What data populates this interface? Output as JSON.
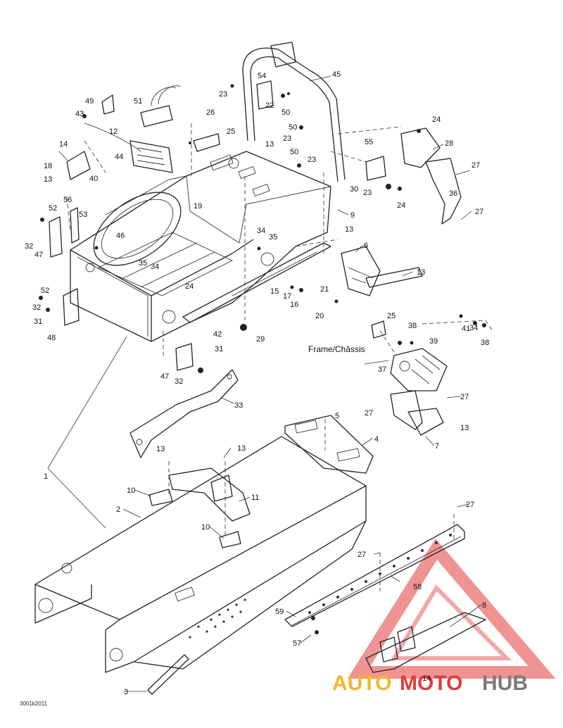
{
  "caption": "Frame/Châssis",
  "figure_code": "3001k2011",
  "watermark": {
    "word1": "AUTO",
    "word2": "MOTO",
    "word3": "HUB",
    "colors": {
      "auto": "#f2b630",
      "moto": "#e23b3b",
      "hub": "#7a7a7a"
    }
  },
  "callouts": [
    "1",
    "2",
    "3",
    "4",
    "5",
    "6",
    "7",
    "8",
    "9",
    "10",
    "10",
    "11",
    "12",
    "13",
    "13",
    "13",
    "13",
    "13",
    "13",
    "13",
    "14",
    "14",
    "15",
    "16",
    "17",
    "18",
    "19",
    "20",
    "21",
    "22",
    "23",
    "23",
    "23",
    "23",
    "24",
    "24",
    "24",
    "25",
    "25",
    "26",
    "27",
    "27",
    "27",
    "27",
    "27",
    "27",
    "28",
    "29",
    "30",
    "31",
    "31",
    "32",
    "32",
    "32",
    "33",
    "34",
    "34",
    "34",
    "35",
    "35",
    "36",
    "37",
    "38",
    "38",
    "39",
    "40",
    "41",
    "42",
    "43",
    "44",
    "45",
    "46",
    "47",
    "47",
    "48",
    "49",
    "50",
    "50",
    "50",
    "51",
    "52",
    "52",
    "53",
    "54",
    "55",
    "56",
    "57",
    "58",
    "59"
  ]
}
